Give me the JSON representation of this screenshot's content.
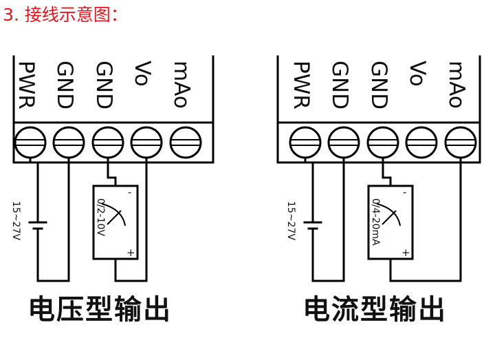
{
  "title": "3. 接线示意图：",
  "terminals": [
    "PWR",
    "GND",
    "GND",
    "Vo",
    "mAo"
  ],
  "panels": [
    {
      "supply_label": "15~27V",
      "meter_label": "0/2-10V",
      "meter_minus": "-",
      "meter_plus": "+",
      "caption": "电压型输出"
    },
    {
      "supply_label": "15~27V",
      "meter_label": "0/4-20mA",
      "meter_minus": "-",
      "meter_plus": "+",
      "caption": "电流型输出"
    }
  ]
}
